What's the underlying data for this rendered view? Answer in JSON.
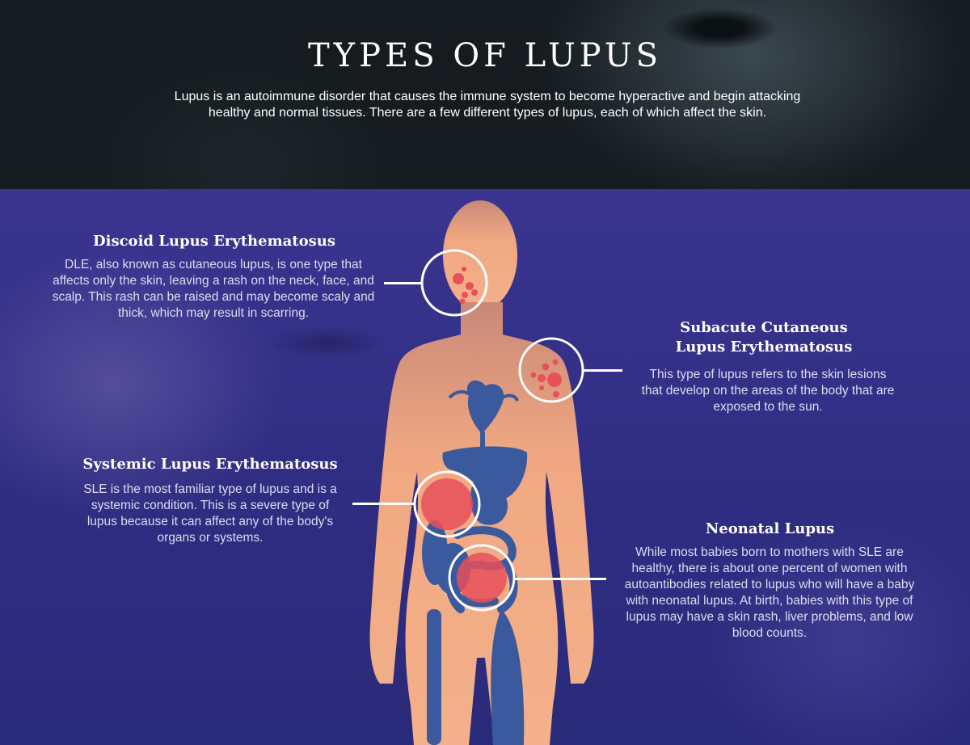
{
  "header": {
    "title": "TYPES OF LUPUS",
    "intro": "Lupus is an autoimmune disorder that causes the immune system to become hyperactive and begin attacking healthy and normal tissues. There are a few different types of lupus, each of which affect the skin."
  },
  "sections": {
    "discoid": {
      "title": "Discoid Lupus Erythematosus",
      "body": "DLE, also known as cutaneous lupus, is one type that affects only the skin, leaving a rash on the neck, face, and scalp. This rash can be raised and may become scaly and thick, which may result in scarring."
    },
    "subacute": {
      "title_line1": "Subacute Cutaneous",
      "title_line2": "Lupus Erythematosus",
      "body": "This type of lupus refers to the skin lesions that develop on the areas of the body that are exposed to the sun."
    },
    "systemic": {
      "title": "Systemic Lupus Erythematosus",
      "body": "SLE is the most familiar type of lupus and is a systemic condition. This is a severe type of lupus because it can affect any of the body's organs or systems."
    },
    "neonatal": {
      "title": "Neonatal Lupus",
      "body": "While most babies born to mothers with SLE are healthy, there is about one percent of women with autoantibodies related to lupus who will have a baby with neonatal lupus. At birth, babies with this type of lupus may have a skin rash, liver problems, and low blood counts."
    }
  },
  "colors": {
    "header_bg": "#151b1f",
    "main_bg": "#2e2d7e",
    "body_skin": "#f0a882",
    "organ_blue": "#3b5a9e",
    "lesion_red": "#e8505a",
    "highlight_ring": "#ffffff"
  },
  "icons": [
    "human-body-icon",
    "heart-icon",
    "liver-icon",
    "stomach-icon",
    "intestines-icon",
    "skeleton-icon"
  ]
}
